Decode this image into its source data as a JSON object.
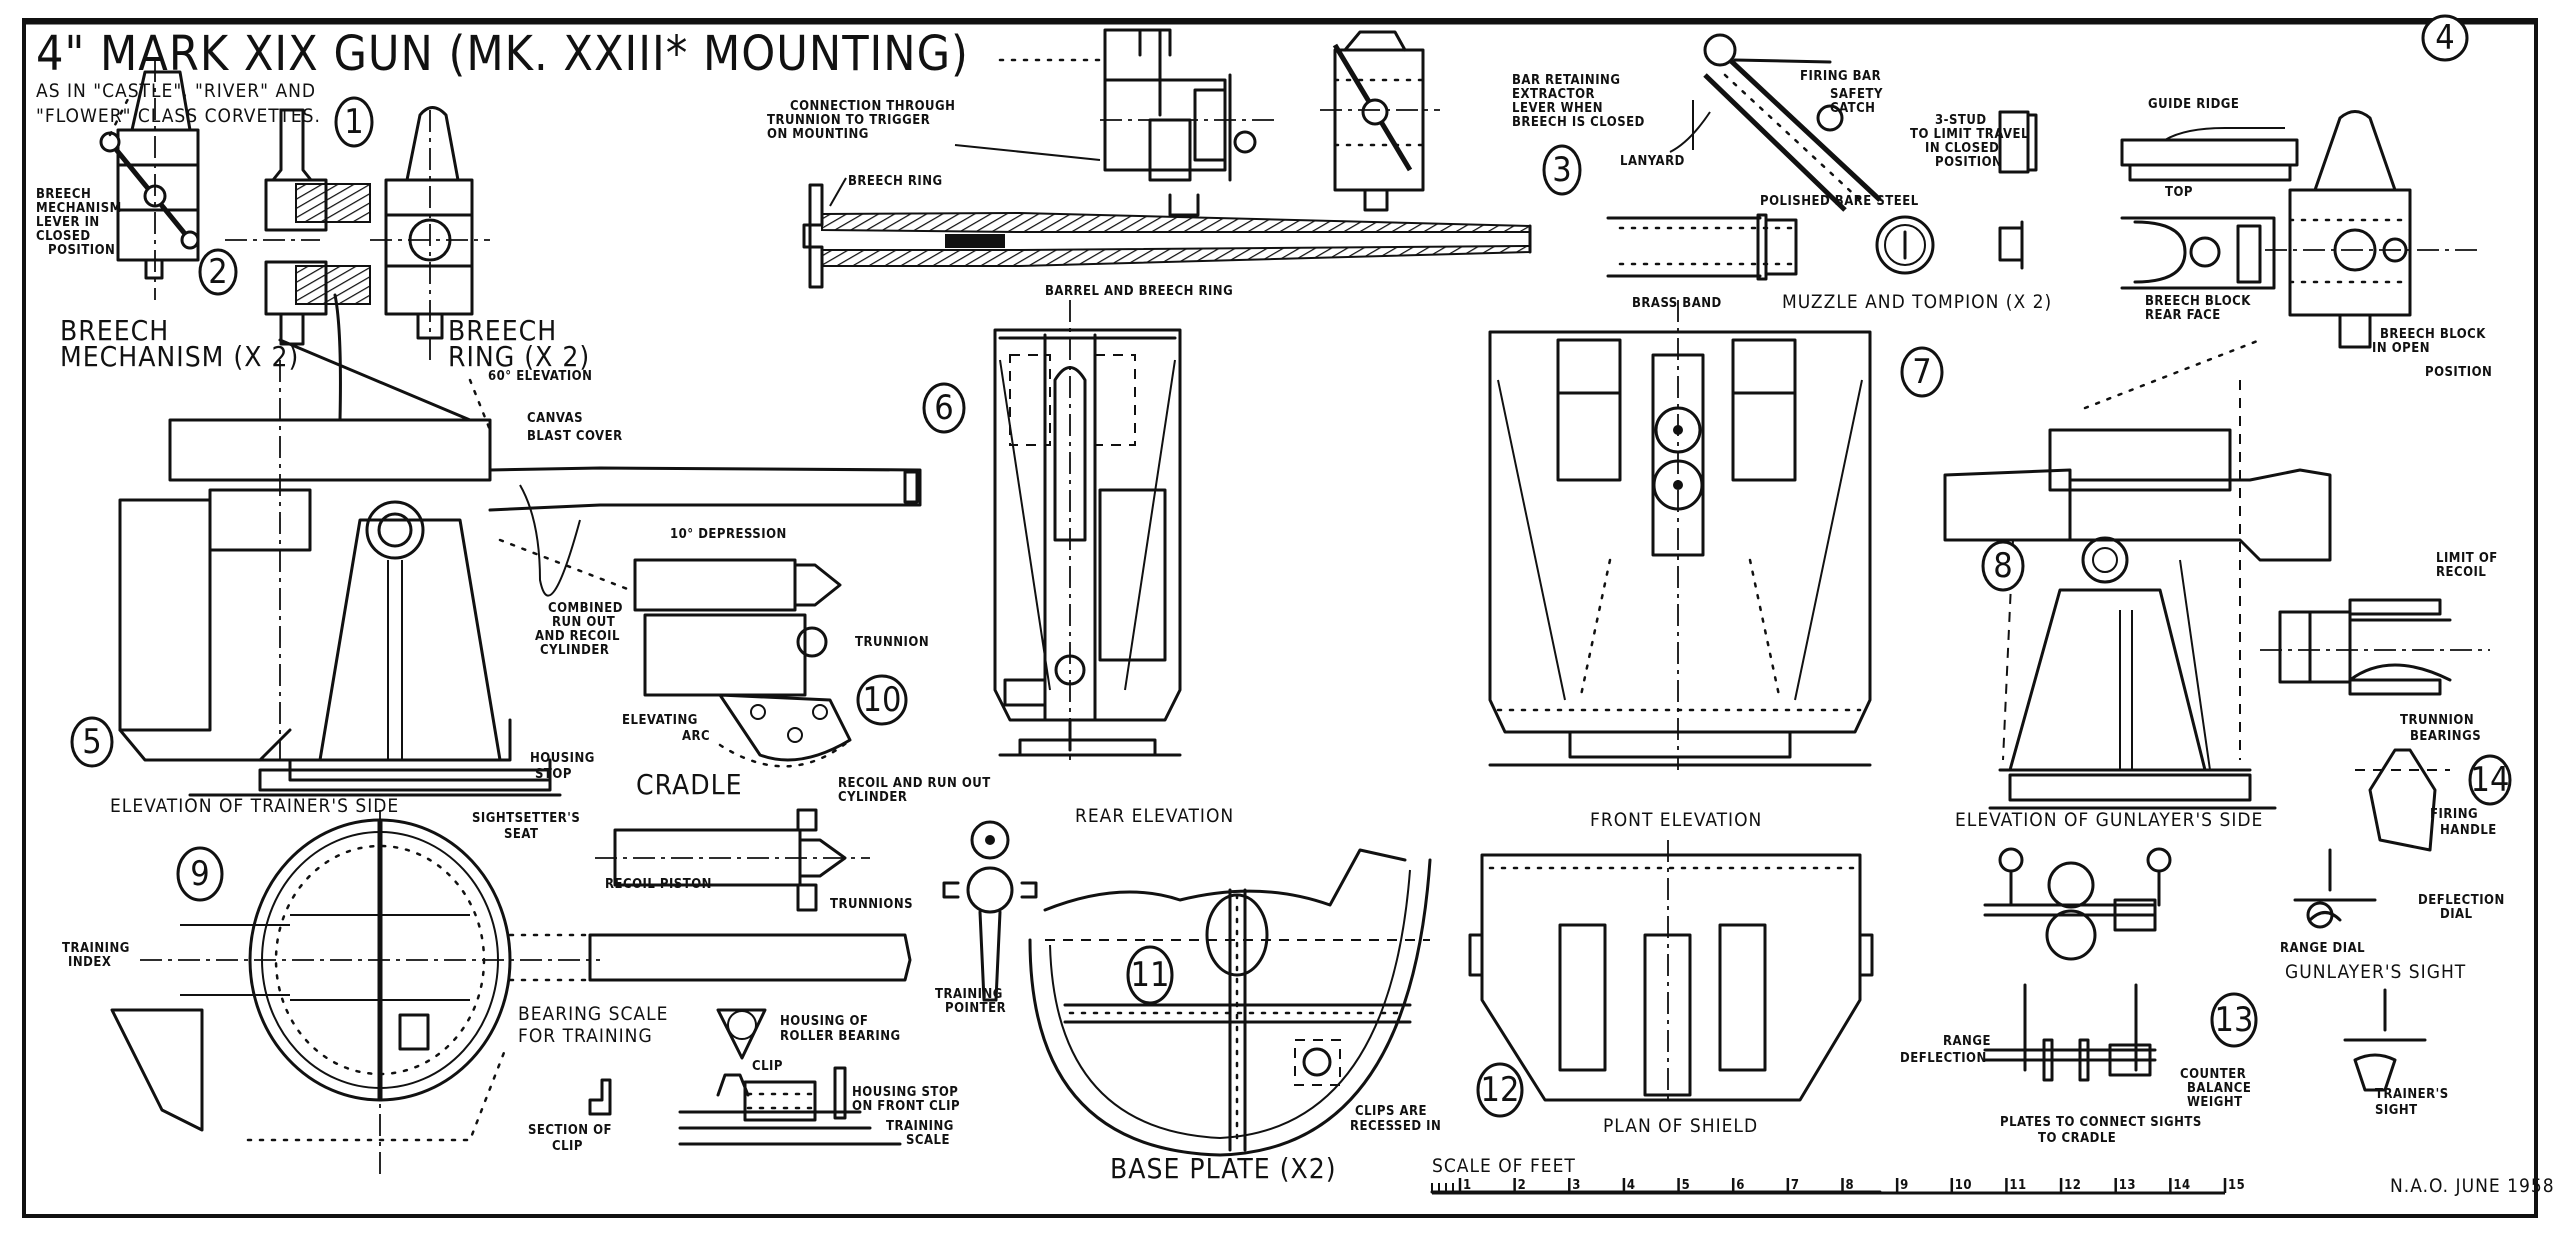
{
  "title": "4\" MARK XIX GUN (MK. XXIII* MOUNTING)",
  "subtitle_lines": [
    "AS IN \"CASTLE\", \"RIVER\" AND",
    "\"FLOWER\" CLASS CORVETTES."
  ],
  "figure_numbers": [
    "1",
    "2",
    "3",
    "4",
    "5",
    "6",
    "7",
    "8",
    "9",
    "10",
    "11",
    "12",
    "13",
    "14"
  ],
  "captions": {
    "breech_mechanism": [
      "BREECH",
      "MECHANISM (X 2)"
    ],
    "breech_ring": [
      "BREECH",
      "RING (X 2)"
    ],
    "barrel_and_breech_ring": "BARREL AND BREECH RING",
    "muzzle_and_tompion": "MUZZLE AND TOMPION (X 2)",
    "rear_elevation": "REAR ELEVATION",
    "front_elevation": "FRONT ELEVATION",
    "elevation_trainer": "ELEVATION OF TRAINER'S SIDE",
    "elevation_gunlayer": "ELEVATION OF GUNLAYER'S SIDE",
    "cradle": "CRADLE",
    "base_plate": "BASE PLATE (X2)",
    "plan_of_shield": "PLAN OF SHIELD",
    "top": "TOP",
    "breech_block_rear_face": [
      "BREECH BLOCK",
      "REAR FACE"
    ],
    "breech_block_open": [
      "BREECH BLOCK",
      "IN OPEN",
      "POSITION"
    ],
    "gunlayers_sight": "GUNLAYER'S   SIGHT",
    "trainers_sight": [
      "TRAINER'S",
      "SIGHT"
    ],
    "plates_connect": [
      "PLATES TO CONNECT SIGHTS",
      "TO CRADLE"
    ],
    "section_of_clip": [
      "SECTION OF",
      "CLIP"
    ]
  },
  "annotations": {
    "breech_lever": [
      "BREECH",
      "MECHANISM",
      "LEVER IN",
      "CLOSED",
      "POSITION"
    ],
    "connection_trunnion": [
      "CONNECTION THROUGH",
      "TRUNNION TO TRIGGER",
      "ON MOUNTING"
    ],
    "breech_ring_label": "BREECH RING",
    "bar_retaining": [
      "BAR RETAINING",
      "EXTRACTOR",
      "LEVER WHEN",
      "BREECH IS CLOSED"
    ],
    "lanyard": "LANYARD",
    "firing_bar": "FIRING BAR",
    "safety_catch": [
      "SAFETY",
      "CATCH"
    ],
    "stud": [
      "3-STUD",
      "TO LIMIT TRAVEL",
      "IN CLOSED",
      "POSITION"
    ],
    "polished_bare_steel": "POLISHED BARE STEEL",
    "brass_band": "BRASS BAND",
    "guide_ridge": "GUIDE RIDGE",
    "elevation_60": "60° ELEVATION",
    "canvas_blast_cover": [
      "CANVAS",
      "BLAST COVER"
    ],
    "depression_10": "10° DEPRESSION",
    "combined_cylinder": [
      "COMBINED",
      "RUN OUT",
      "AND RECOIL",
      "CYLINDER"
    ],
    "trunnion": "TRUNNION",
    "elevating_arc": [
      "ELEVATING",
      "ARC"
    ],
    "housing_stop": [
      "HOUSING",
      "STOP"
    ],
    "sightsetters_seat": [
      "SIGHTSETTER'S",
      "SEAT"
    ],
    "recoil_run_out_cylinder": [
      "RECOIL AND RUN OUT",
      "CYLINDER"
    ],
    "recoil_piston": "RECOIL PISTON",
    "trunnions": "TRUNNIONS",
    "training_index": [
      "TRAINING",
      "INDEX"
    ],
    "bearing_scale": [
      "BEARING SCALE",
      "FOR TRAINING"
    ],
    "training_pointer": [
      "TRAINING",
      "POINTER"
    ],
    "housing_roller": [
      "HOUSING OF",
      "ROLLER BEARING"
    ],
    "clip": "CLIP",
    "housing_stop_front": [
      "HOUSING STOP",
      "ON FRONT CLIP"
    ],
    "training_scale": [
      "TRAINING",
      "SCALE"
    ],
    "clips_recessed": [
      "CLIPS ARE",
      "RECESSED IN"
    ],
    "limit_of_recoil": [
      "LIMIT OF",
      "RECOIL"
    ],
    "trunnion_bearings": [
      "TRUNNION",
      "BEARINGS"
    ],
    "firing_handle": [
      "FIRING",
      "HANDLE"
    ],
    "deflection_dial": [
      "DEFLECTION",
      "DIAL"
    ],
    "range_dial": "RANGE DIAL",
    "range": "RANGE",
    "deflection": "DEFLECTION",
    "counter_balance": [
      "COUNTER",
      "BALANCE",
      "WEIGHT"
    ]
  },
  "scale": {
    "label": "SCALE OF FEET",
    "ticks": [
      "1",
      "2",
      "3",
      "4",
      "5",
      "6",
      "7",
      "8",
      "9",
      "10",
      "11",
      "12",
      "13",
      "14",
      "15"
    ]
  },
  "signature": "N.A.O.  JUNE 1958"
}
